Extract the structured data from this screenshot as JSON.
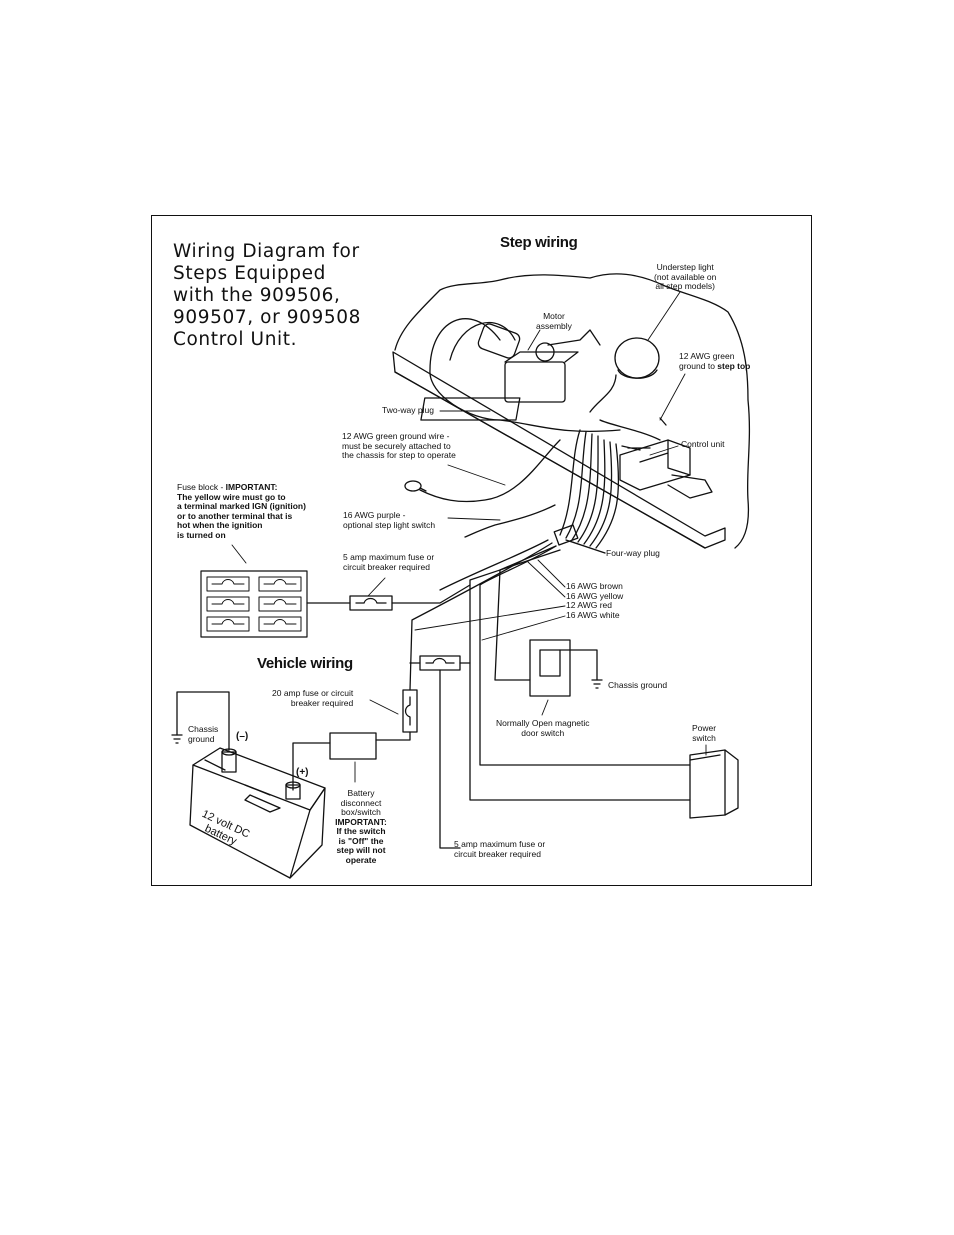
{
  "title": "Wiring Diagram for\nSteps Equipped\nwith the  909506,\n909507, or 909508\nControl Unit.",
  "headings": {
    "step_wiring": "Step wiring",
    "vehicle_wiring": "Vehicle wiring"
  },
  "labels": {
    "understep_light": "Understep light\n(not available on\nall step models)",
    "motor_assembly": "Motor\nassembly",
    "green_ground_a": "12 AWG green\n   ground to ",
    "green_ground_b": "step top",
    "two_way_plug": "Two-way plug",
    "green_ground_wire": "12 AWG green ground wire -\nmust be securely attached to\nthe chassis for step to operate",
    "control_unit": "Control unit",
    "fuse_block_a": "Fuse block - ",
    "fuse_block_b": "IMPORTANT:",
    "fuse_block_c": "The yellow wire must go to\na terminal marked IGN (ignition)\nor to another terminal that is\n hot when the ignition\nis turned on",
    "purple": "16 AWG purple -\n optional step light switch",
    "fuse_5a_top": "5 amp maximum fuse or\ncircuit breaker required",
    "four_way_plug": "Four-way plug",
    "wire_brown": "16 AWG brown",
    "wire_yellow": "16 AWG yellow",
    "wire_red": "12 AWG red",
    "wire_white": "16 AWG white",
    "chassis_ground_right": "Chassis ground",
    "fuse_20a": "20 amp fuse or circuit\nbreaker required",
    "chassis_ground_left": "Chassis\nground",
    "minus": "(–)",
    "plus": "(+)",
    "door_switch": "Normally Open magnetic\ndoor switch",
    "power_switch": "Power\nswitch",
    "battery": "12 volt DC\nbattery",
    "disconnect_a": "Battery\ndisconnect\nbox/switch",
    "disconnect_b": "IMPORTANT:\nIf the switch\nis \"Off\" the\nstep will not\noperate",
    "fuse_5a_bottom": "5 amp maximum fuse or\ncircuit breaker required"
  }
}
